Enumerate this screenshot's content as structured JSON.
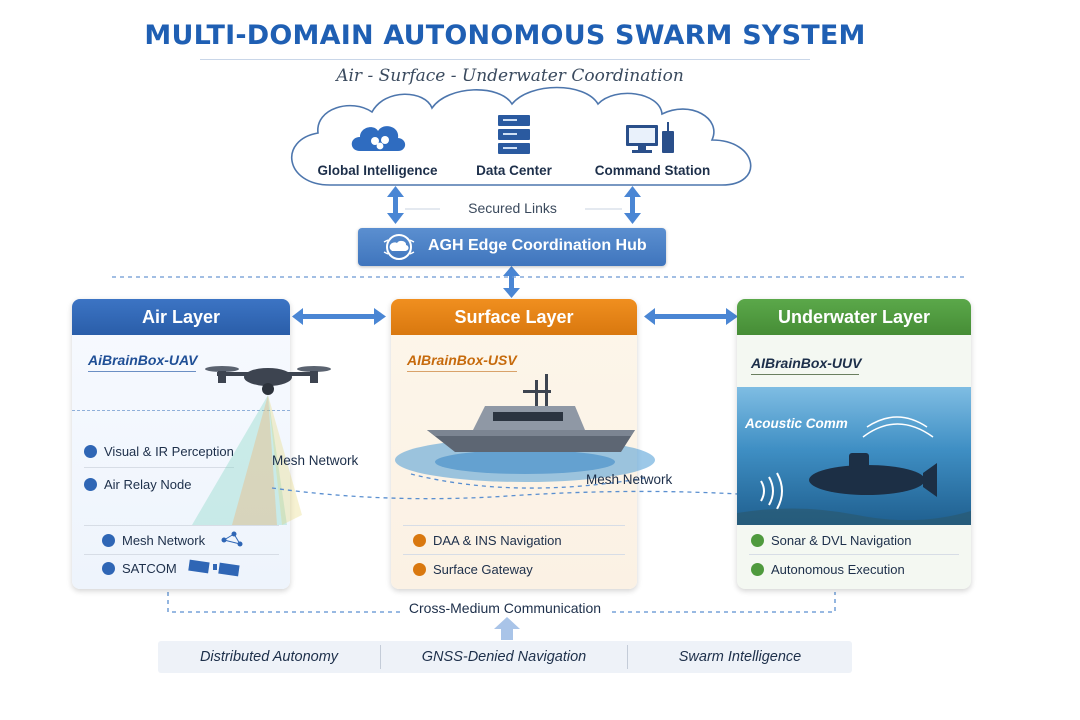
{
  "title": "MULTI-DOMAIN AUTONOMOUS SWARM SYSTEM",
  "subtitle": "Air - Surface - Underwater Coordination",
  "cloud": {
    "items": [
      {
        "label": "Global Intelligence",
        "icon": "brain-icon"
      },
      {
        "label": "Data Center",
        "icon": "server-icon"
      },
      {
        "label": "Command Station",
        "icon": "computer-icon"
      }
    ]
  },
  "secured_links": "Secured Links",
  "hub": {
    "label": "AGH Edge Coordination Hub",
    "icon": "hub-icon"
  },
  "layers": {
    "air": {
      "title": "Air Layer",
      "box": "AiBrainBox-UAV",
      "features": [
        "Visual & IR Perception",
        "Air Relay Node"
      ],
      "bottom": [
        "Mesh Network",
        "SATCOM"
      ],
      "color": "#2f66b5"
    },
    "surface": {
      "title": "Surface Layer",
      "box": "AIBrainBox-USV",
      "features": [
        "DAA & INS Navigation",
        "Surface Gateway"
      ],
      "color": "#e07d12"
    },
    "underwater": {
      "title": "Underwater Layer",
      "box": "AIBrainBox-UUV",
      "acoustic": "Acoustic Comm",
      "features": [
        "Sonar & DVL Navigation",
        "Autonomous Execution"
      ],
      "color": "#4f9a3e"
    }
  },
  "links": {
    "mesh_air": "Mesh Network",
    "mesh_surface": "Mesh Network",
    "cross_medium": "Cross-Medium Communication"
  },
  "bottom_bar": [
    "Distributed Autonomy",
    "GNSS-Denied Navigation",
    "Swarm Intelligence"
  ]
}
